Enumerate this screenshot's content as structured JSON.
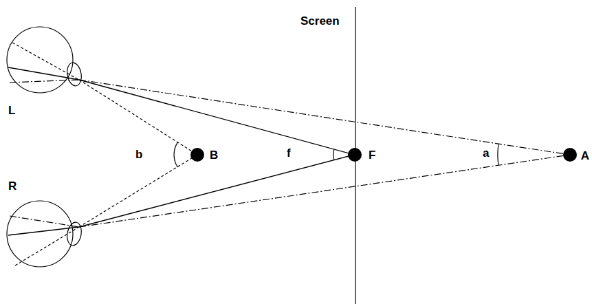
{
  "diagram": {
    "labels": [
      "Screen",
      "L",
      "R",
      "b",
      "B",
      "f",
      "F",
      "a",
      "A"
    ]
  }
}
